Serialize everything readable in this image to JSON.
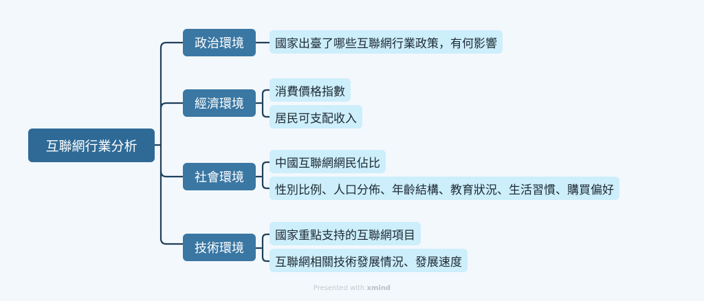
{
  "colors": {
    "background": "#f3f8fc",
    "root": "#2f6a96",
    "branch": "#3a77a3",
    "leaf": "#cdeefb",
    "connector": "#1f3f5a"
  },
  "mindmap": {
    "root": {
      "label": "互聯網行業分析"
    },
    "branches": [
      {
        "label": "政治環境",
        "children": [
          "國家出臺了哪些互聯網行業政策，有何影響"
        ]
      },
      {
        "label": "經濟環境",
        "children": [
          "消費價格指數",
          "居民可支配收入"
        ]
      },
      {
        "label": "社會環境",
        "children": [
          "中國互聯網網民佔比",
          "性別比例、人口分佈、年齡結構、教育狀況、生活習慣、購買偏好"
        ]
      },
      {
        "label": "技術環境",
        "children": [
          "國家重點支持的互聯網項目",
          "互聯網相關技術發展情況、發展速度"
        ]
      }
    ]
  },
  "footer": {
    "prefix": "Presented with",
    "brand": "xmind"
  }
}
